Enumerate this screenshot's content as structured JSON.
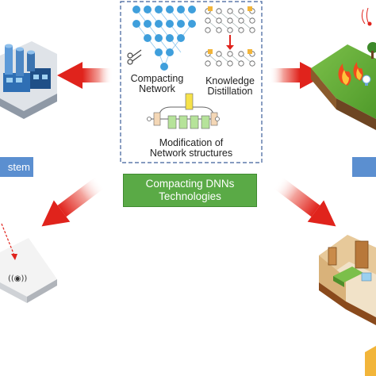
{
  "center": {
    "compacting_network_line1": "Compacting",
    "compacting_network_line2": "Network",
    "knowledge_distillation_line1": "Knowledge",
    "knowledge_distillation_line2": "Distillation",
    "modification_line1": "Modification of",
    "modification_line2": "Network structures",
    "technologies_line1": "Compacting DNNs",
    "technologies_line2": "Technologies"
  },
  "left_panel": {
    "label_fragment": "stem"
  },
  "sensor_symbol": "((◉))",
  "colors": {
    "arrow_red": "#e0231c",
    "green_box": "#5aaa46",
    "blue_box": "#5b8fd0",
    "dashed_border": "#3d5f9a",
    "network_node": "#3f9fdc"
  },
  "icons": [
    "factory-icon",
    "forest-fire-icon",
    "sensor-tile-icon",
    "smart-home-icon",
    "scissors-icon",
    "lightbulb-icon"
  ]
}
